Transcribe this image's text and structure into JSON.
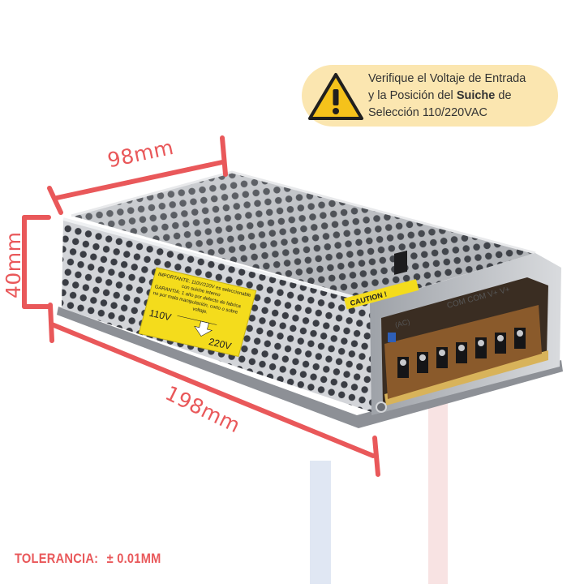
{
  "notice": {
    "line1": "Verifique el Voltaje de Entrada",
    "line2_before": "y la Posición del ",
    "line2_bold": "Suiche",
    "line2_after": " de",
    "line3": "Selección 110/220VAC",
    "icon": "warning-triangle-icon"
  },
  "dimensions": {
    "width": "98mm",
    "height": "40mm",
    "length": "198mm"
  },
  "product_label": {
    "header": "IMPORTANTE: 110V/220V es seleccionable",
    "line2": "con suiche interno",
    "line3": "GARANTIA: 1 año por defecto de fabrica",
    "line4": "no por mala manipulación, corto o sobre",
    "line5": "voltaje.",
    "v_left": "110V",
    "v_right": "220V"
  },
  "caution_label": "CAUTION !",
  "terminal_label": "COM COM V+ V+",
  "ac_label": "(AC)",
  "tolerance": {
    "label": "TOLERANCIA:",
    "value": "± 0.01MM"
  },
  "colors": {
    "dimension": "#e9585a",
    "notice_bg": "#fbe6b0",
    "label_yellow": "#f4dc1c",
    "terminal_brown": "#8a5a2b",
    "metal": "#b9bcc2"
  }
}
